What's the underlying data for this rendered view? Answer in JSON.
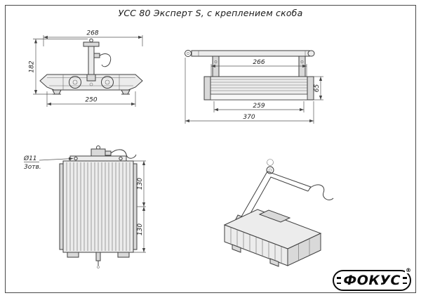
{
  "title": "УСС 80 Эксперт S, с креплением скоба",
  "front_view": {
    "dim_top_width": "268",
    "dim_height": "182",
    "dim_bottom_width": "250"
  },
  "side_view": {
    "dim_inner_top": "266",
    "dim_inner_bottom": "259",
    "dim_overall_length": "370",
    "dim_height": "65"
  },
  "end_view": {
    "dim_hole": "Ø11",
    "dim_hole_note": "3отв.",
    "dim_upper_height": "130",
    "dim_lower_height": "130"
  },
  "logo": {
    "text": "ФОКУС",
    "reg_mark": "®"
  }
}
